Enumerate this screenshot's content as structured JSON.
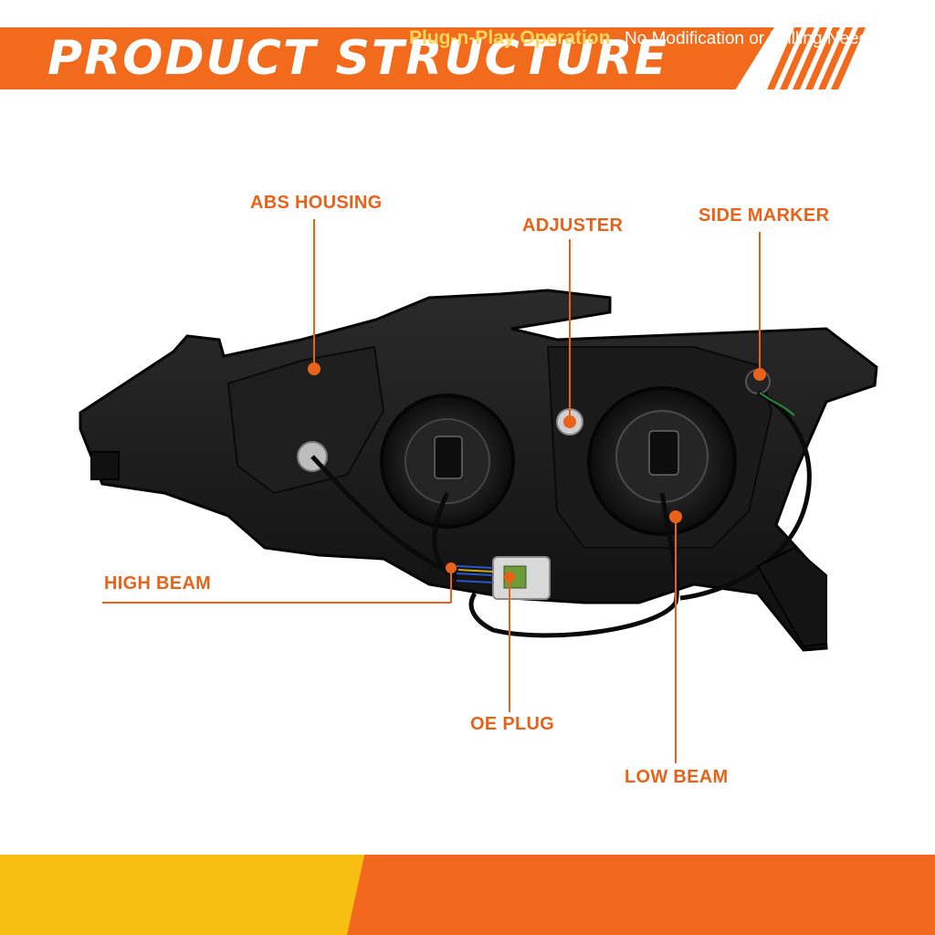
{
  "header": {
    "title": "PRODUCT STRUCTURE"
  },
  "callouts": {
    "abs_housing": "ABS HOUSING",
    "adjuster": "ADJUSTER",
    "side_marker": "SIDE MARKER",
    "high_beam": "HIGH BEAM",
    "oe_plug": "OE PLUG",
    "low_beam": "LOW BEAM"
  },
  "footer": {
    "lead": "Plug-n-Play Operation",
    "rest": "No Modification or Drilling Needed"
  },
  "colors": {
    "accent_orange": "#f26a1b",
    "accent_yellow": "#f8be12",
    "housing_black": "#151515"
  },
  "icons": [
    "headlight-assembly-illustration",
    "callout-dot-icon",
    "stripe-decoration-icon"
  ]
}
